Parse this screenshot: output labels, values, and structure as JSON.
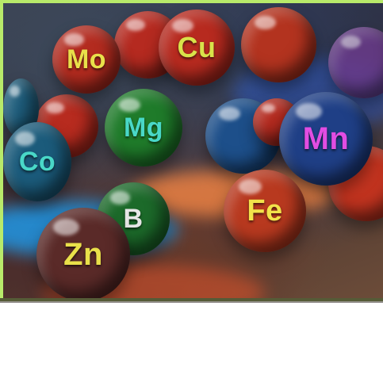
{
  "image": {
    "caption": "",
    "elements": [
      {
        "symbol": "Mo",
        "label_color": "#e9e04a",
        "ball_color": "#b32b1f"
      },
      {
        "symbol": "Cu",
        "label_color": "#d9e24a",
        "ball_color": "#b72a1f"
      },
      {
        "symbol": "Mg",
        "label_color": "#49d8c8",
        "ball_color": "#1f7b2a"
      },
      {
        "symbol": "Mn",
        "label_color": "#e24de2",
        "ball_color": "#1f3f86"
      },
      {
        "symbol": "Co",
        "label_color": "#49d8c8",
        "ball_color": "#1b5b7b"
      },
      {
        "symbol": "Fe",
        "label_color": "#f2e24a",
        "ball_color": "#b8391f"
      },
      {
        "symbol": "B",
        "label_color": "#e6e6e6",
        "ball_color": "#1c6a2a"
      },
      {
        "symbol": "Zn",
        "label_color": "#e9e04a",
        "ball_color": "#5a2a28"
      }
    ]
  }
}
